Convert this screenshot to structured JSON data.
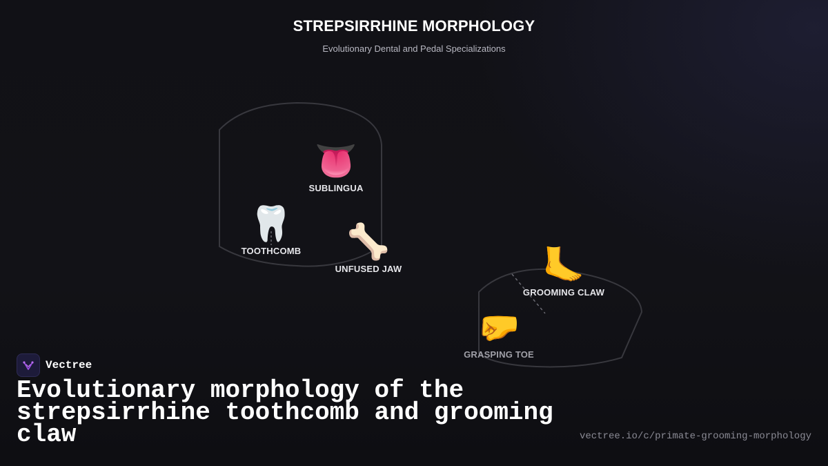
{
  "header": {
    "title": "STREPSIRRHINE MORPHOLOGY",
    "subtitle": "Evolutionary Dental and Pedal Specializations"
  },
  "diagram": {
    "nodes": [
      {
        "id": "sublingua",
        "emoji": "👅",
        "label": "SUBLINGUA"
      },
      {
        "id": "toothcomb",
        "emoji": "🦷",
        "label": "TOOTHCOMB"
      },
      {
        "id": "unfused-jaw",
        "emoji": "🦴",
        "label": "UNFUSED JAW"
      },
      {
        "id": "grooming-claw",
        "emoji": "🦶",
        "label": "GROOMING CLAW"
      },
      {
        "id": "grasping-toe",
        "emoji": "🤛",
        "label": "GRASPING TOE"
      }
    ]
  },
  "footer": {
    "brand_name": "Vectree",
    "headline": "Evolutionary morphology of the strepsirrhine toothcomb and grooming claw",
    "url": "vectree.io/c/primate-grooming-morphology"
  },
  "colors": {
    "background": "#111116",
    "outline": "#3a3a40",
    "text": "#ffffff",
    "accent": "#7b3fd1"
  }
}
